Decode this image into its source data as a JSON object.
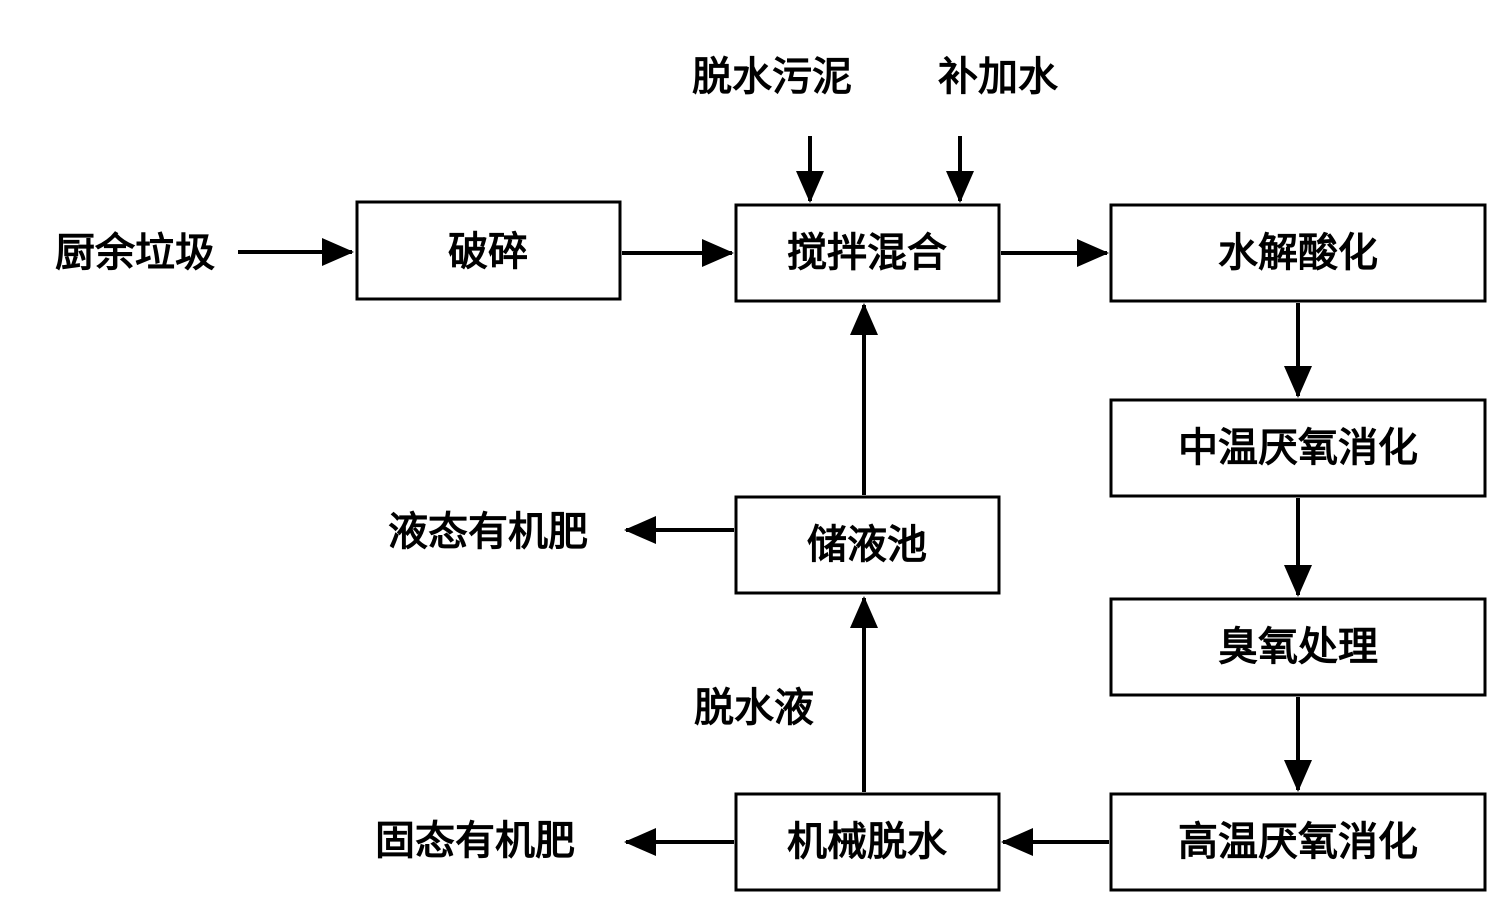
{
  "diagram": {
    "inputs": {
      "kitchen_waste": "厨余垃圾",
      "dewatered_sludge": "脱水污泥",
      "makeup_water": "补加水"
    },
    "nodes": {
      "crushing": "破碎",
      "mixing": "搅拌混合",
      "hydrolysis": "水解酸化",
      "mesophilic": "中温厌氧消化",
      "ozone": "臭氧处理",
      "thermophilic": "高温厌氧消化",
      "dewatering": "机械脱水",
      "storage_tank": "储液池"
    },
    "outputs": {
      "liquid_fertilizer": "液态有机肥",
      "solid_fertilizer": "固态有机肥"
    },
    "edge_labels": {
      "dewatering_liquid": "脱水液"
    },
    "colors": {
      "line": "#000000",
      "box_fill": "#ffffff"
    }
  }
}
